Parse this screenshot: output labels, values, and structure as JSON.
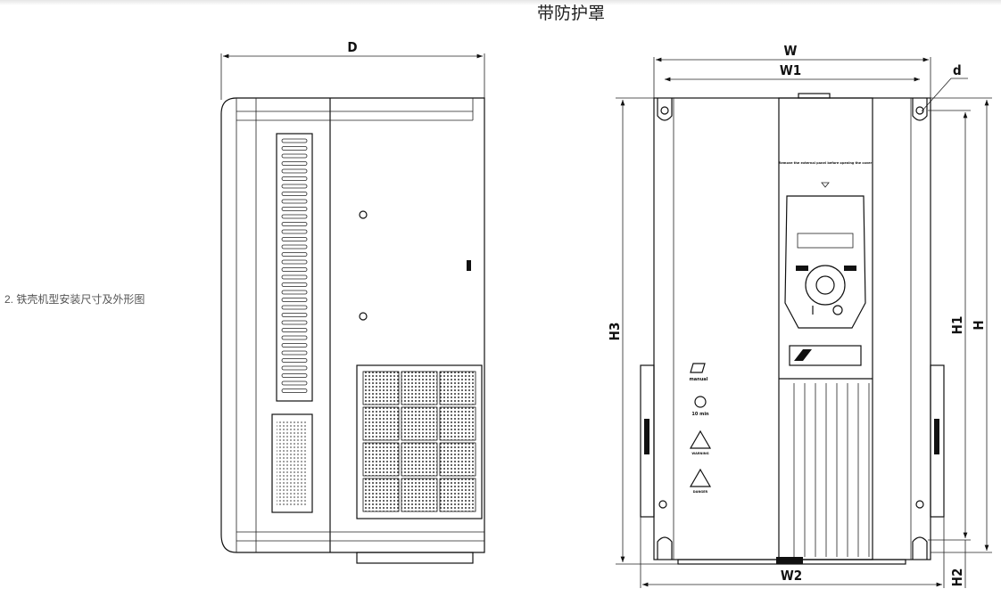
{
  "title": "带防护罩",
  "caption": "2. 铁壳机型安装尺寸及外形图",
  "dimensions": {
    "D": "D",
    "W": "W",
    "W1": "W1",
    "d": "d",
    "H": "H",
    "H1": "H1",
    "H2": "H2",
    "H3": "H3",
    "W2": "W2"
  },
  "labels": {
    "manual": "manual",
    "wait": "10 min",
    "warning": "WARNING",
    "danger": "DANGER"
  }
}
